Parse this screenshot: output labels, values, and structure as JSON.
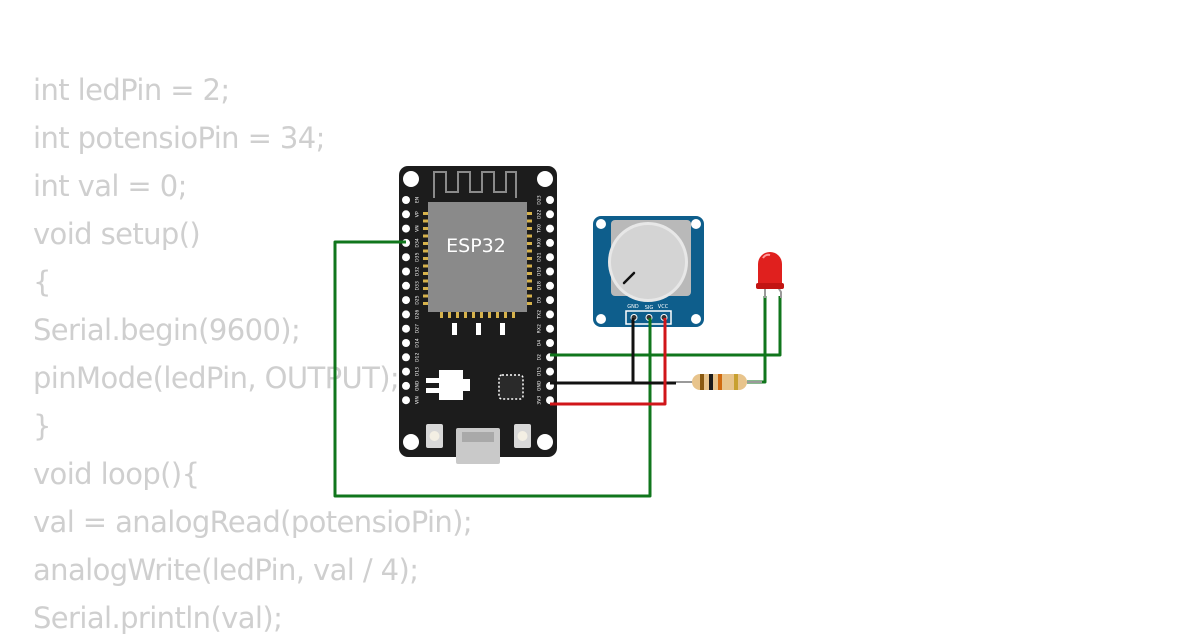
{
  "code_lines": [
    "int ledPin = 2;",
    "int potensioPin = 34;",
    "int val = 0;",
    "void setup()",
    "{",
    "Serial.begin(9600);",
    "pinMode(ledPin, OUTPUT);",
    "}",
    "void loop(){",
    "val = analogRead(potensioPin);",
    "analogWrite(ledPin, val / 4);",
    "Serial.println(val);"
  ],
  "esp32": {
    "chip_label": "ESP32",
    "left_pins": [
      "EN",
      "VP",
      "VN",
      "D34",
      "D35",
      "D32",
      "D33",
      "D25",
      "D26",
      "D27",
      "D14",
      "D12",
      "D13",
      "GND",
      "VIN"
    ],
    "right_pins": [
      "D23",
      "D22",
      "TX0",
      "RX0",
      "D21",
      "D19",
      "D18",
      "D5",
      "TX2",
      "RX2",
      "D4",
      "D2",
      "D15",
      "GND",
      "3V3"
    ]
  },
  "potentiometer": {
    "pins": [
      "GND",
      "SIG",
      "VCC"
    ]
  },
  "colors": {
    "board": "#1c1c1c",
    "chip": "#8a8a8a",
    "module": "#0e5e8c",
    "wire_green": "#10761c",
    "wire_black": "#111111",
    "wire_red": "#d0161a",
    "led": "#e0201e"
  }
}
